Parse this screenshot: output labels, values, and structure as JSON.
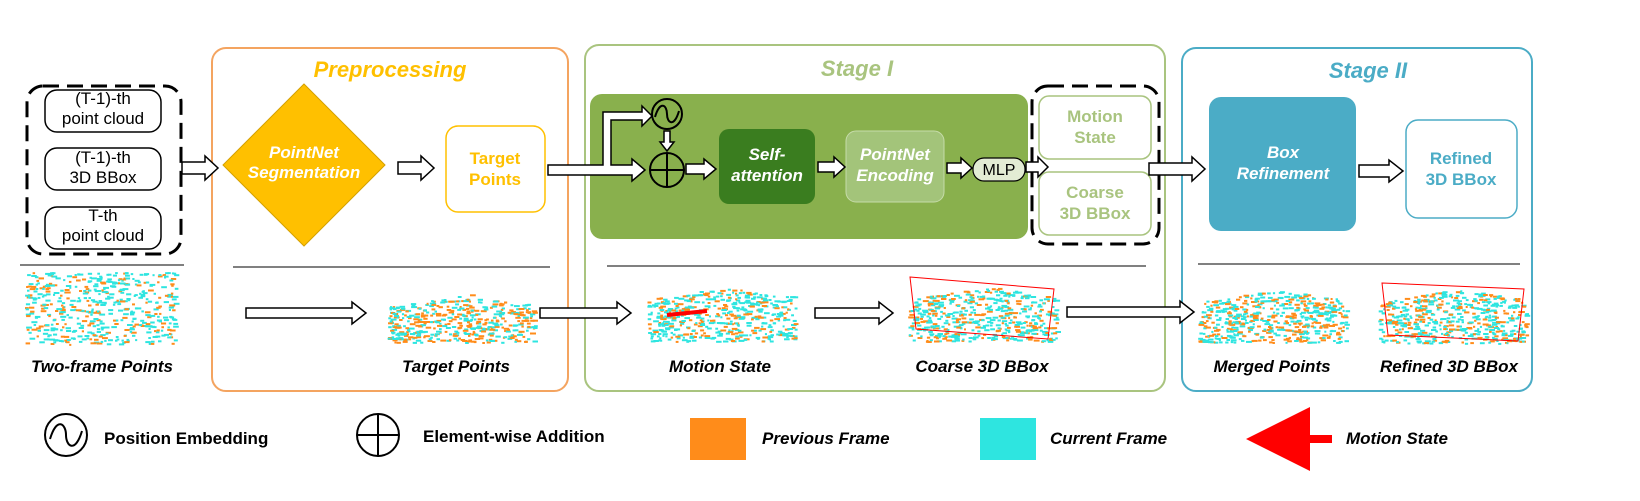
{
  "colors": {
    "preprocessing": "#f4a460",
    "preprocessing_title": "#ffc000",
    "stage1": "#a9c47f",
    "stage1_fill": "#89b04d",
    "stage1_dark": "#3a7d1f",
    "stage1_light": "#a3c47a",
    "stage2": "#4bacc6",
    "stage2_fill": "#4bacc6",
    "previous_frame": "#ff8c1a",
    "current_frame": "#2ee5e0",
    "motion_arrow": "#ff0000"
  },
  "inputs": {
    "prev_cloud": "(T-1)-th\npoint cloud",
    "prev_bbox": "(T-1)-th\n3D BBox",
    "curr_cloud": "T-th\npoint cloud"
  },
  "preprocessing": {
    "title": "Preprocessing",
    "segmentation": "PointNet\nSegmentation",
    "target_points": "Target\nPoints"
  },
  "stage1": {
    "title": "Stage I",
    "self_attention": "Self-\nattention",
    "pointnet_encoding": "PointNet\nEncoding",
    "mlp": "MLP",
    "motion_state": "Motion\nState",
    "coarse_bbox": "Coarse\n3D BBox"
  },
  "stage2": {
    "title": "Stage II",
    "box_refinement": "Box\nRefinement",
    "refined_bbox": "Refined\n3D BBox"
  },
  "captions": {
    "two_frame": "Two-frame Points",
    "target_points": "Target Points",
    "motion_state": "Motion State",
    "coarse_bbox": "Coarse 3D BBox",
    "merged_points": "Merged Points",
    "refined_bbox": "Refined 3D BBox"
  },
  "legend": {
    "position_embedding": "Position Embedding",
    "element_wise_addition": "Element-wise Addition",
    "previous_frame": "Previous Frame",
    "current_frame": "Current Frame",
    "motion_state": "Motion State"
  }
}
